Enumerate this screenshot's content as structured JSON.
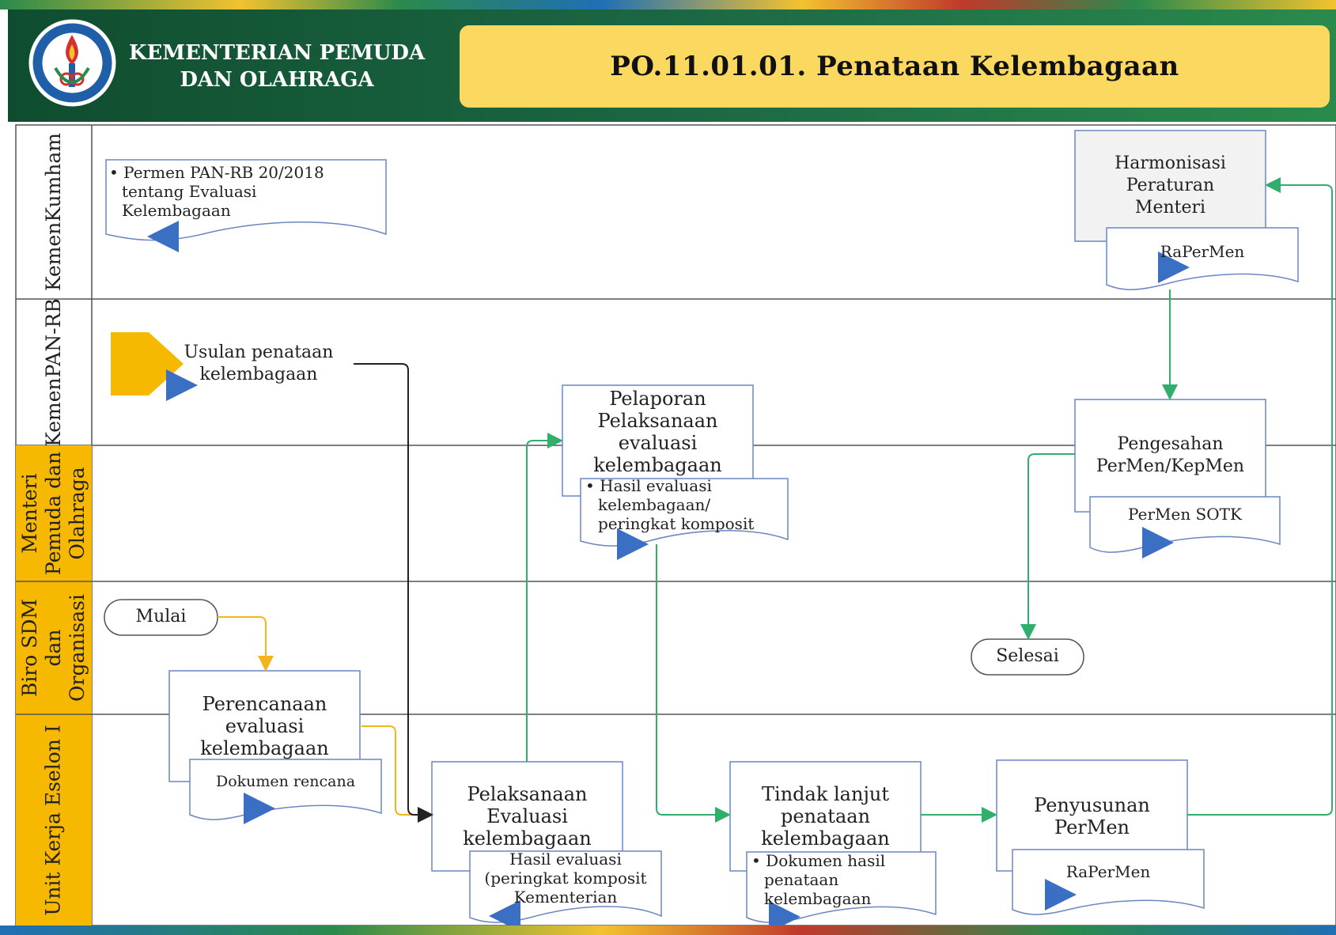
{
  "header": {
    "org_line1": "KEMENTERIAN PEMUDA",
    "org_line2": "DAN OLAHRAGA",
    "title": "PO.11.01.01.  Penataan  Kelembagaan"
  },
  "lanes": [
    {
      "label": "KemenKumham"
    },
    {
      "label": "KemenPAN-RB"
    },
    {
      "label_line1": "Menteri",
      "label_line2": "Pemuda dan",
      "label_line3": "Olahraga"
    },
    {
      "label_line1": "Biro SDM",
      "label_line2": "dan",
      "label_line3": "Organisasi"
    },
    {
      "label": "Unit Kerja Eselon I"
    }
  ],
  "nodes": {
    "permen_doc": {
      "line1": "• Permen PAN-RB 20/2018",
      "line2": "tentang Evaluasi",
      "line3": "Kelembagaan"
    },
    "usulan": {
      "line1": "Usulan penataan",
      "line2": "kelembagaan"
    },
    "mulai": "Mulai",
    "selesai": "Selesai",
    "perencanaan": {
      "line1": "Perencanaan",
      "line2": "evaluasi",
      "line3": "kelembagaan"
    },
    "dokumen_rencana": "Dokumen rencana",
    "pelaksanaan": {
      "line1": "Pelaksanaan",
      "line2": "Evaluasi",
      "line3": "kelembagaan"
    },
    "hasil_evaluasi_doc": {
      "line1": "Hasil evaluasi",
      "line2": "(peringkat komposit",
      "line3": "Kementerian"
    },
    "pelaporan": {
      "line1": "Pelaporan",
      "line2": "Pelaksanaan",
      "line3": "evaluasi",
      "line4": "kelembagaan"
    },
    "hasil_evaluasi_peringkat": {
      "line1": "• Hasil evaluasi",
      "line2": "kelembagaan/",
      "line3": "peringkat komposit"
    },
    "tindak_lanjut": {
      "line1": "Tindak lanjut",
      "line2": "penataan",
      "line3": "kelembagaan"
    },
    "dokumen_hasil": {
      "line1": "• Dokumen hasil",
      "line2": "penataan",
      "line3": "kelembagaan"
    },
    "penyusunan": {
      "line1": "Penyusunan",
      "line2": "PerMen"
    },
    "raperment_bottom": "RaPerMen",
    "harmonisasi": {
      "line1": "Harmonisasi",
      "line2": "Peraturan",
      "line3": "Menteri"
    },
    "raperment_top": "RaPerMen",
    "pengesahan": {
      "line1": "Pengesahan",
      "line2": "PerMen/KepMen"
    },
    "permen_sotk": "PerMen SOTK"
  },
  "colors": {
    "header_green": "#1d6a45",
    "title_yellow": "#fbd960",
    "lane_orange": "#f6b800",
    "flow_green": "#2fae6c",
    "flow_yellow": "#f2b51d",
    "flow_black": "#222222",
    "doc_arrow_blue": "#3a6fc4"
  }
}
